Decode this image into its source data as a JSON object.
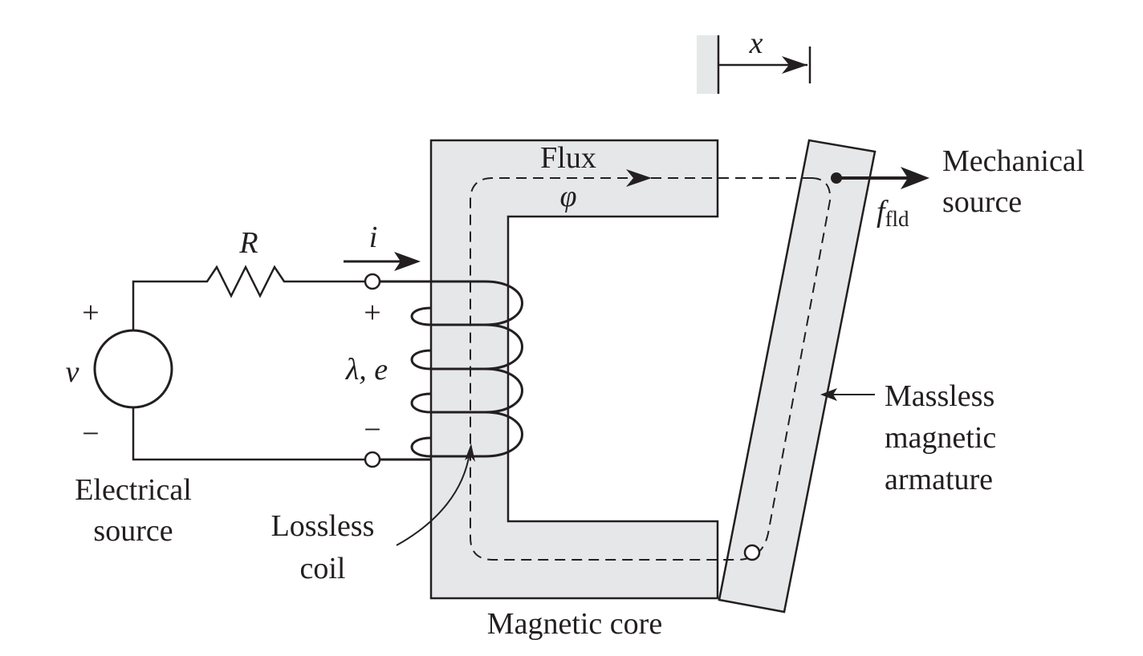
{
  "labels": {
    "x": "x",
    "flux_word": "Flux",
    "flux_symbol": "φ",
    "mechanical_line1": "Mechanical",
    "mechanical_line2": "source",
    "f_main": "f",
    "f_sub": "fld",
    "resistor": "R",
    "current": "i",
    "src_plus": "+",
    "src_minus": "−",
    "voltage": "v",
    "coil_plus": "+",
    "coil_minus": "−",
    "lambda_e": "λ, e",
    "electrical_line1": "Electrical",
    "electrical_line2": "source",
    "lossless_line1": "Lossless",
    "lossless_line2": "coil",
    "armature_line1": "Massless",
    "armature_line2": "magnetic",
    "armature_line3": "armature",
    "core": "Magnetic core"
  },
  "colors": {
    "ink": "#231f20",
    "core_fill": "#e6e7e8",
    "background": "#ffffff"
  }
}
